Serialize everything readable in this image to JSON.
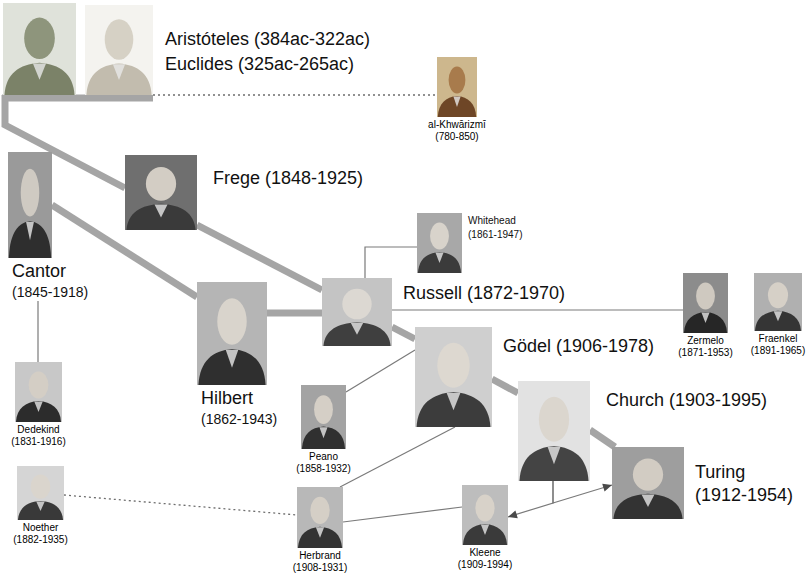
{
  "diagram": {
    "nodes": [
      {
        "text": [
          "Aristóteles (384ac-322ac)",
          "Euclides (325ac-265ac)"
        ]
      },
      {
        "text": [
          "al-Khwārizmī",
          "(780-850)"
        ]
      },
      {
        "text": [
          "Cantor",
          "(1845-1918)"
        ]
      },
      {
        "text": [
          "Frege (1848-1925)"
        ]
      },
      {
        "text": [
          "Whitehead",
          "(1861-1947)"
        ]
      },
      {
        "text": [
          "Hilbert",
          "(1862-1943)"
        ]
      },
      {
        "text": [
          "Russell (1872-1970)"
        ]
      },
      {
        "text": [
          "Zermelo",
          "(1871-1953)"
        ]
      },
      {
        "text": [
          "Fraenkel",
          "(1891-1965)"
        ]
      },
      {
        "text": [
          "Gödel (1906-1978)"
        ]
      },
      {
        "text": [
          "Peano",
          "(1858-1932)"
        ]
      },
      {
        "text": [
          "Church (1903-1995)"
        ]
      },
      {
        "text": [
          "Dedekind",
          "(1831-1916)"
        ]
      },
      {
        "text": [
          "Turing",
          "(1912-1954)"
        ]
      },
      {
        "text": [
          "Noether",
          "(1882-1935)"
        ]
      },
      {
        "text": [
          "Herbrand",
          "(1908-1931)"
        ]
      },
      {
        "text": [
          "Kleene",
          "(1909-1994)"
        ]
      }
    ],
    "edges": [
      {
        "from": 0,
        "to": 1,
        "arrow": "none"
      },
      {
        "from": 0,
        "to": 3,
        "arrow": "none"
      },
      {
        "from": 3,
        "to": 6,
        "arrow": "none"
      },
      {
        "from": 2,
        "to": 5,
        "arrow": "none"
      },
      {
        "from": 5,
        "to": 6,
        "arrow": "none"
      },
      {
        "from": 6,
        "to": 9,
        "arrow": "none"
      },
      {
        "from": 9,
        "to": 11,
        "arrow": "none"
      },
      {
        "from": 11,
        "to": 13,
        "arrow": "none"
      },
      {
        "from": 6,
        "to": 4,
        "arrow": "none"
      },
      {
        "from": 6,
        "to": 7,
        "arrow": "none"
      },
      {
        "from": 2,
        "to": 12,
        "arrow": "none"
      },
      {
        "from": 10,
        "to": 9,
        "arrow": "none"
      },
      {
        "from": 15,
        "to": 9,
        "arrow": "none"
      },
      {
        "from": 14,
        "to": 15,
        "arrow": "none"
      },
      {
        "from": 15,
        "to": 16,
        "arrow": "none"
      },
      {
        "from": 11,
        "to": 16,
        "arrow": "to"
      },
      {
        "from": 11,
        "to": 13,
        "arrow": "to"
      }
    ]
  }
}
